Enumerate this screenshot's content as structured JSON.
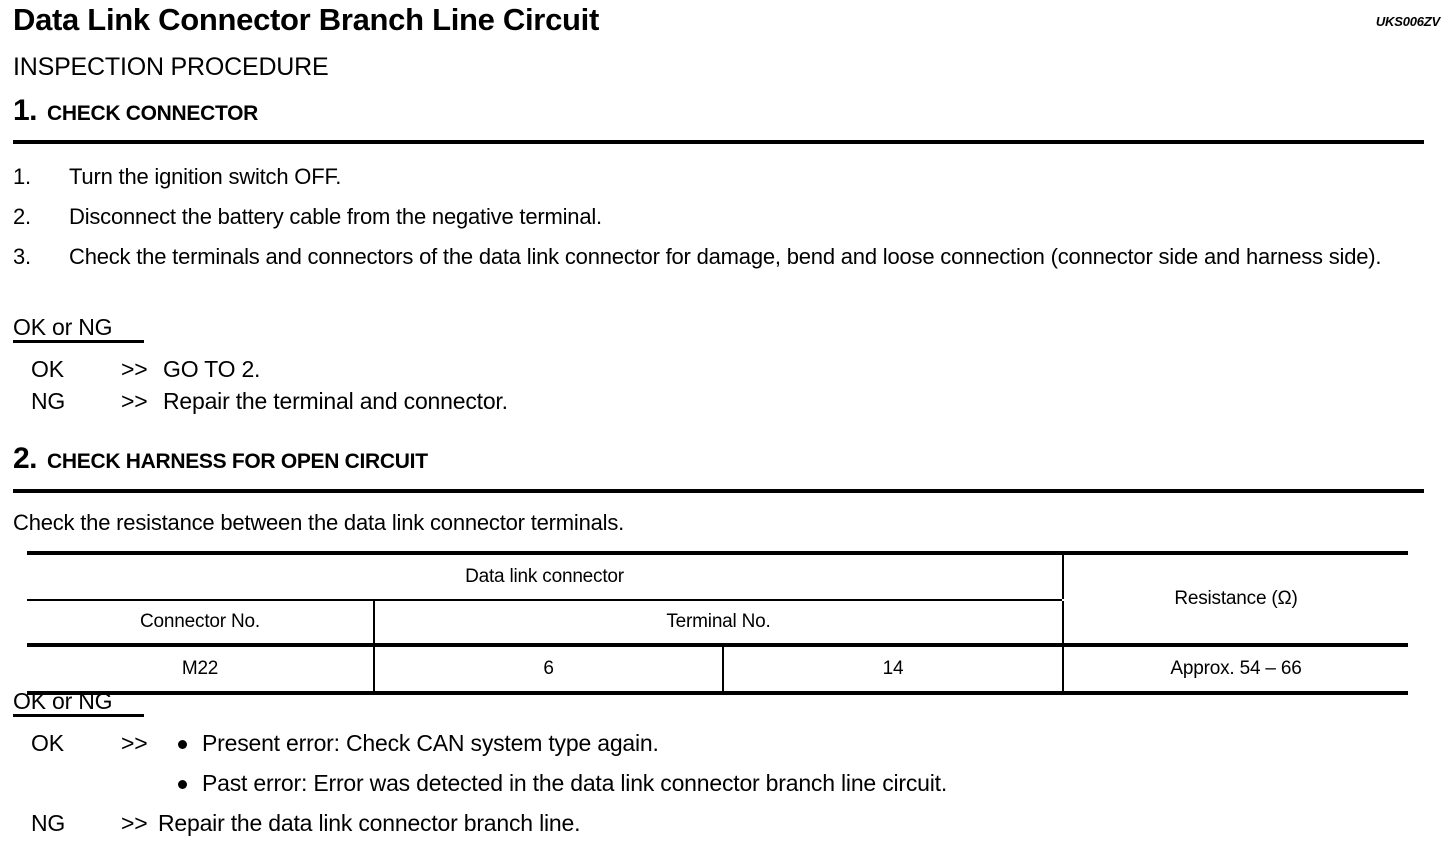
{
  "document": {
    "title": "Data Link Connector Branch Line Circuit",
    "code": "UKS006ZV",
    "subtitle": "INSPECTION PROCEDURE"
  },
  "steps": [
    {
      "number": "1.",
      "label": "CHECK CONNECTOR",
      "items": [
        {
          "n": "1.",
          "text": "Turn the ignition switch OFF."
        },
        {
          "n": "2.",
          "text": "Disconnect the battery cable from the negative terminal."
        },
        {
          "n": "3.",
          "text": "Check the terminals and connectors of the data link connector for damage, bend and loose connection (connector side and harness side)."
        }
      ],
      "result_label": "OK or NG",
      "results": [
        {
          "tag": "OK",
          "arrow": ">>",
          "text": "GO TO 2."
        },
        {
          "tag": "NG",
          "arrow": ">>",
          "text": "Repair the terminal and connector."
        }
      ]
    },
    {
      "number": "2.",
      "label": "CHECK HARNESS FOR OPEN CIRCUIT",
      "instruction": "Check the resistance between the data link connector terminals.",
      "result_label": "OK or NG",
      "results_ok": {
        "tag": "OK",
        "arrow": ">>",
        "bullets": [
          "Present error: Check CAN system type again.",
          "Past error: Error was detected in the data link connector branch line circuit."
        ]
      },
      "results_ng": {
        "tag": "NG",
        "arrow": ">>",
        "text": "Repair the data link connector branch line."
      }
    }
  ],
  "table": {
    "group_header": "Data link connector",
    "resistance_header": "Resistance (Ω)",
    "sub_headers": {
      "connector_no": "Connector No.",
      "terminal_no": "Terminal No."
    },
    "row": {
      "connector_no": "M22",
      "terminal_a": "6",
      "terminal_b": "14",
      "resistance": "Approx. 54 – 66"
    }
  }
}
